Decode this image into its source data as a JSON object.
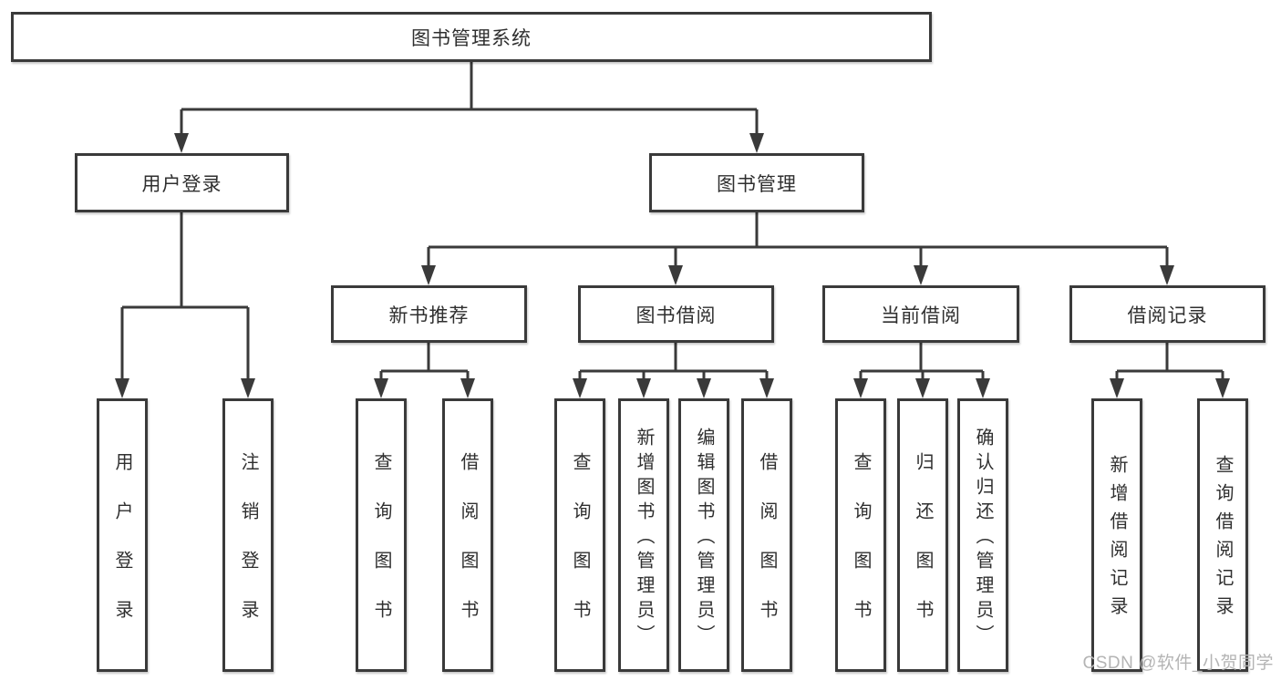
{
  "colors": {
    "line": "#3a3a3a",
    "box_border": "#3a3a3a",
    "text": "#2f2f2f",
    "watermark": "#b4b4b4",
    "background": "#ffffff"
  },
  "watermark": {
    "text": "CSDN @软件_小贺同学"
  },
  "tree": {
    "root": {
      "label": "图书管理系统",
      "children": [
        {
          "label": "用户登录",
          "children": [
            {
              "label": "用户登录"
            },
            {
              "label": "注销登录"
            }
          ]
        },
        {
          "label": "图书管理",
          "children": [
            {
              "label": "新书推荐",
              "children": [
                {
                  "label": "查询图书"
                },
                {
                  "label": "借阅图书"
                }
              ]
            },
            {
              "label": "图书借阅",
              "children": [
                {
                  "label": "查询图书"
                },
                {
                  "label": "新增图书（管理员）"
                },
                {
                  "label": "编辑图书（管理员）"
                },
                {
                  "label": "借阅图书"
                }
              ]
            },
            {
              "label": "当前借阅",
              "children": [
                {
                  "label": "查询图书"
                },
                {
                  "label": "归还图书"
                },
                {
                  "label": "确认归还（管理员）"
                }
              ]
            },
            {
              "label": "借阅记录",
              "children": [
                {
                  "label": "新增借阅记录"
                },
                {
                  "label": "查询借阅记录"
                }
              ]
            }
          ]
        }
      ]
    }
  }
}
